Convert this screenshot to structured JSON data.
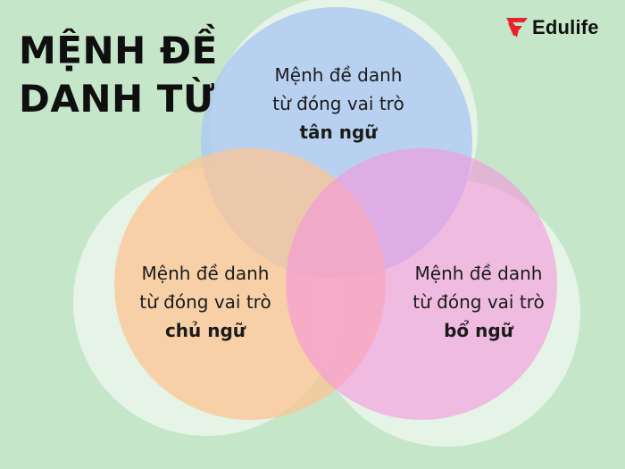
{
  "title": {
    "line1": "MỆNH ĐỀ",
    "line2": "DANH TỪ"
  },
  "logo": {
    "text": "Edulife",
    "mark_icon": "edulife-logo-icon",
    "brand_color": "#e8232c"
  },
  "colors": {
    "background": "#c6e6c9",
    "top_circle": "#a9c6f4",
    "left_circle": "#fcc493",
    "right_circle": "#f595dc",
    "halo": "#ffffff"
  },
  "circles": {
    "top": {
      "line1": "Mệnh đề danh",
      "line2": "từ đóng vai trò",
      "emphasis": "tân ngữ"
    },
    "left": {
      "line1": "Mệnh đề danh",
      "line2": "từ đóng vai trò",
      "emphasis": "chủ ngữ"
    },
    "right": {
      "line1": "Mệnh đề danh",
      "line2": "từ đóng vai trò",
      "emphasis": "bổ ngữ"
    }
  }
}
